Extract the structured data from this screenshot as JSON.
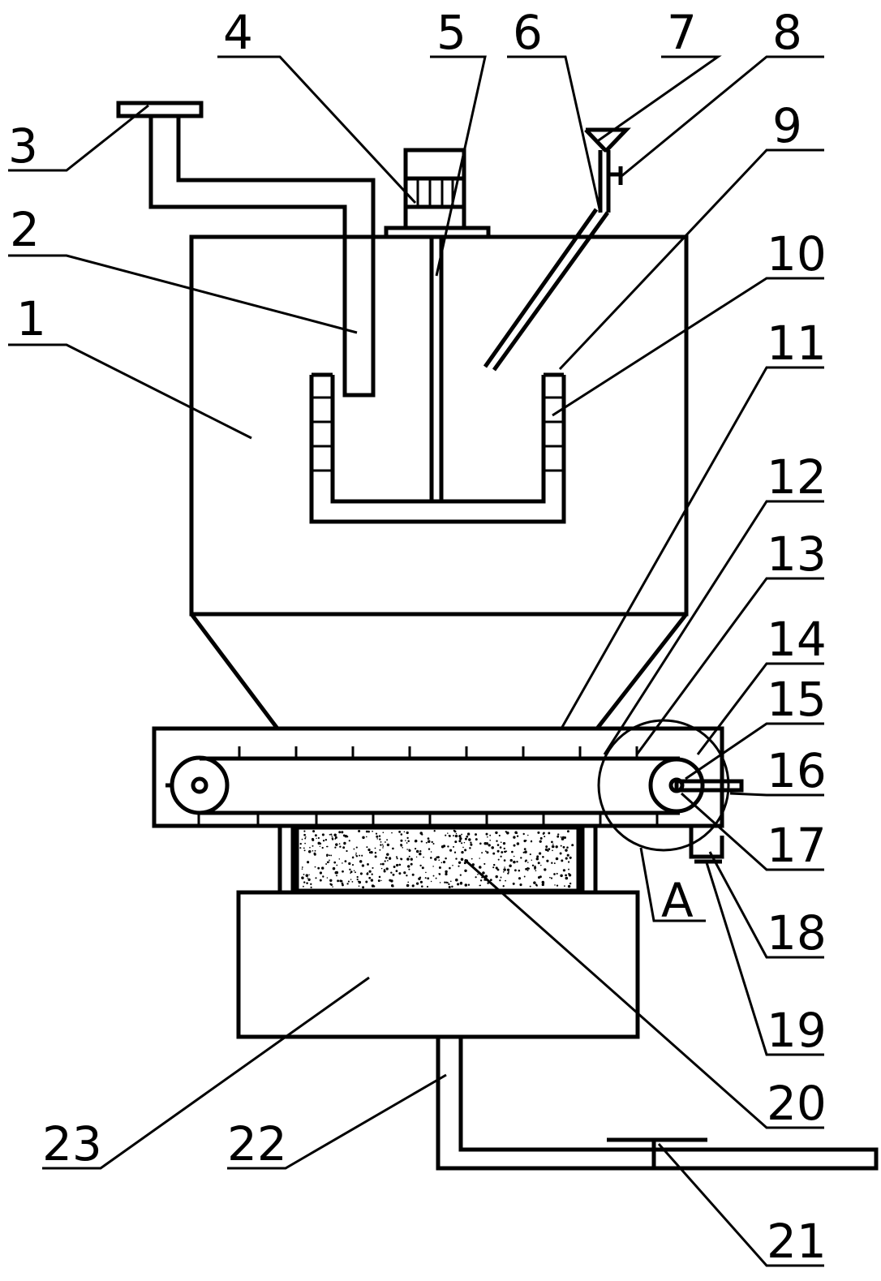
{
  "labels": {
    "l1": "1",
    "l2": "2",
    "l3": "3",
    "l4": "4",
    "l5": "5",
    "l6": "6",
    "l7": "7",
    "l8": "8",
    "l9": "9",
    "l10": "10",
    "l11": "11",
    "l12": "12",
    "l13": "13",
    "l14": "14",
    "l15": "15",
    "l16": "16",
    "l17": "17",
    "l18": "18",
    "l19": "19",
    "l20": "20",
    "l21": "21",
    "l22": "22",
    "l23": "23",
    "detail": "A"
  },
  "colors": {
    "line": "#000000",
    "background": "#ffffff"
  }
}
